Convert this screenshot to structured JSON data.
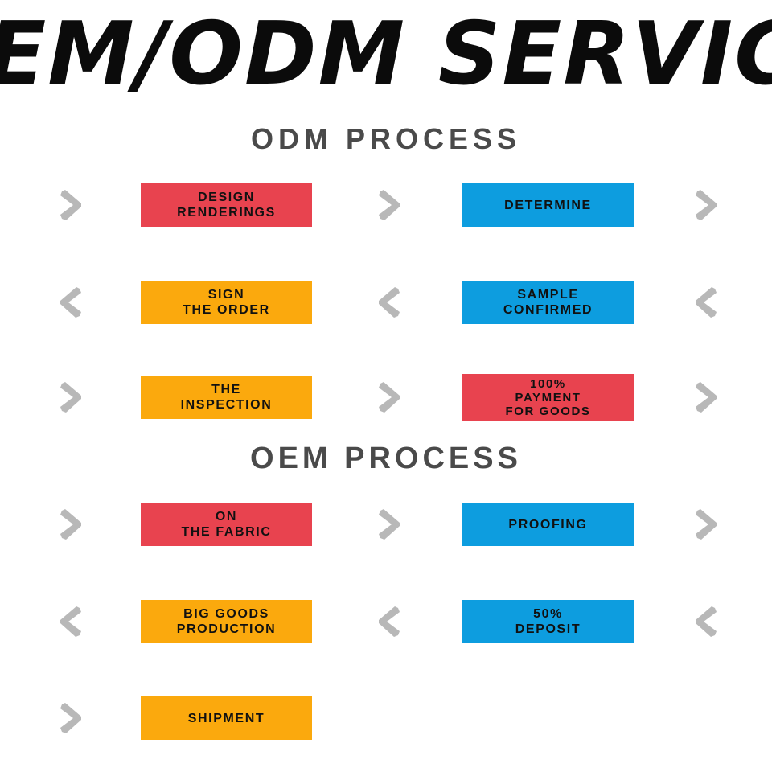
{
  "banner": {
    "title": "OEM/ODM SERVICE",
    "title_color": "#0b0b0b"
  },
  "palette": {
    "red": "#e8434f",
    "blue": "#0d9ddf",
    "orange": "#fba90d",
    "chevron_gray": "#b8b8b8",
    "heading_gray": "#4a4a4a",
    "background": "#ffffff",
    "box_text": "#111111"
  },
  "sections": [
    {
      "heading": "ODM PROCESS",
      "rows": [
        {
          "direction": "right",
          "chevrons": [
            "right",
            "right",
            "right"
          ],
          "boxes": [
            {
              "color": "red",
              "lines": [
                "DESIGN",
                "RENDERINGS"
              ]
            },
            {
              "color": "blue",
              "lines": [
                "DETERMINE"
              ]
            }
          ]
        },
        {
          "direction": "left",
          "chevrons": [
            "left",
            "left",
            "left"
          ],
          "boxes": [
            {
              "color": "orange",
              "lines": [
                "SIGN",
                "THE ORDER"
              ]
            },
            {
              "color": "blue",
              "lines": [
                "SAMPLE",
                "CONFIRMED"
              ]
            }
          ]
        },
        {
          "direction": "right",
          "chevrons": [
            "right",
            "right",
            "right"
          ],
          "boxes": [
            {
              "color": "orange",
              "lines": [
                "THE",
                "INSPECTION"
              ]
            },
            {
              "color": "red",
              "lines": [
                "100%",
                "PAYMENT",
                "FOR GOODS"
              ]
            }
          ]
        }
      ]
    },
    {
      "heading": "OEM PROCESS",
      "rows": [
        {
          "direction": "right",
          "chevrons": [
            "right",
            "right",
            "right"
          ],
          "boxes": [
            {
              "color": "red",
              "lines": [
                "ON",
                "THE FABRIC"
              ]
            },
            {
              "color": "blue",
              "lines": [
                "PROOFING"
              ]
            }
          ]
        },
        {
          "direction": "left",
          "chevrons": [
            "left",
            "left",
            "left"
          ],
          "boxes": [
            {
              "color": "orange",
              "lines": [
                "BIG GOODS",
                "PRODUCTION"
              ]
            },
            {
              "color": "blue",
              "lines": [
                "50%",
                "DEPOSIT"
              ]
            }
          ]
        },
        {
          "direction": "right",
          "chevrons": [
            "right",
            "none",
            "none"
          ],
          "boxes": [
            {
              "color": "orange",
              "lines": [
                "SHIPMENT"
              ]
            },
            {
              "color": "none",
              "lines": []
            }
          ]
        }
      ]
    }
  ],
  "row_tops": [
    213,
    334,
    452,
    610,
    731,
    851
  ],
  "icons": {
    "chevron_right": "chevron-right-icon",
    "chevron_left": "chevron-left-icon"
  }
}
